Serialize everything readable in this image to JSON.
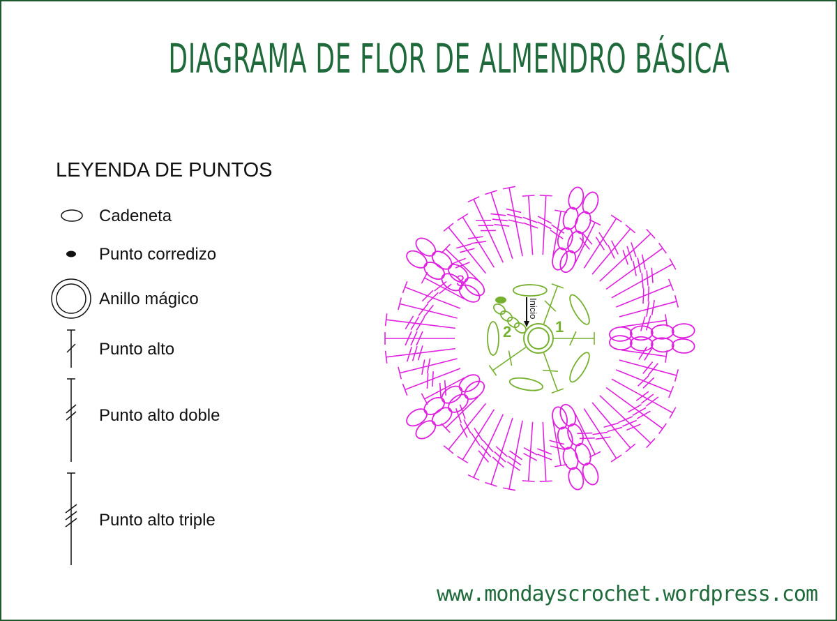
{
  "title": "DIAGRAMA DE FLOR DE ALMENDRO BÁSICA",
  "legend": {
    "title": "LEYENDA DE PUNTOS",
    "items": [
      {
        "symbol": "chain-oval-icon",
        "label": "Cadeneta"
      },
      {
        "symbol": "slip-stitch-icon",
        "label": "Punto corredizo"
      },
      {
        "symbol": "magic-ring-icon",
        "label": "Anillo mágico"
      },
      {
        "symbol": "double-crochet-icon",
        "label": "Punto alto"
      },
      {
        "symbol": "treble-crochet-icon",
        "label": "Punto alto doble"
      },
      {
        "symbol": "double-treble-icon",
        "label": "Punto alto triple"
      }
    ]
  },
  "diagram": {
    "start_label": "Inicio",
    "round_labels": [
      "1",
      "2",
      "3"
    ],
    "colors": {
      "round1_2": "#76b02f",
      "round3": "#e020e0",
      "text": "#1e6a3a"
    }
  },
  "footer": "www.mondayscrochet.wordpress.com"
}
